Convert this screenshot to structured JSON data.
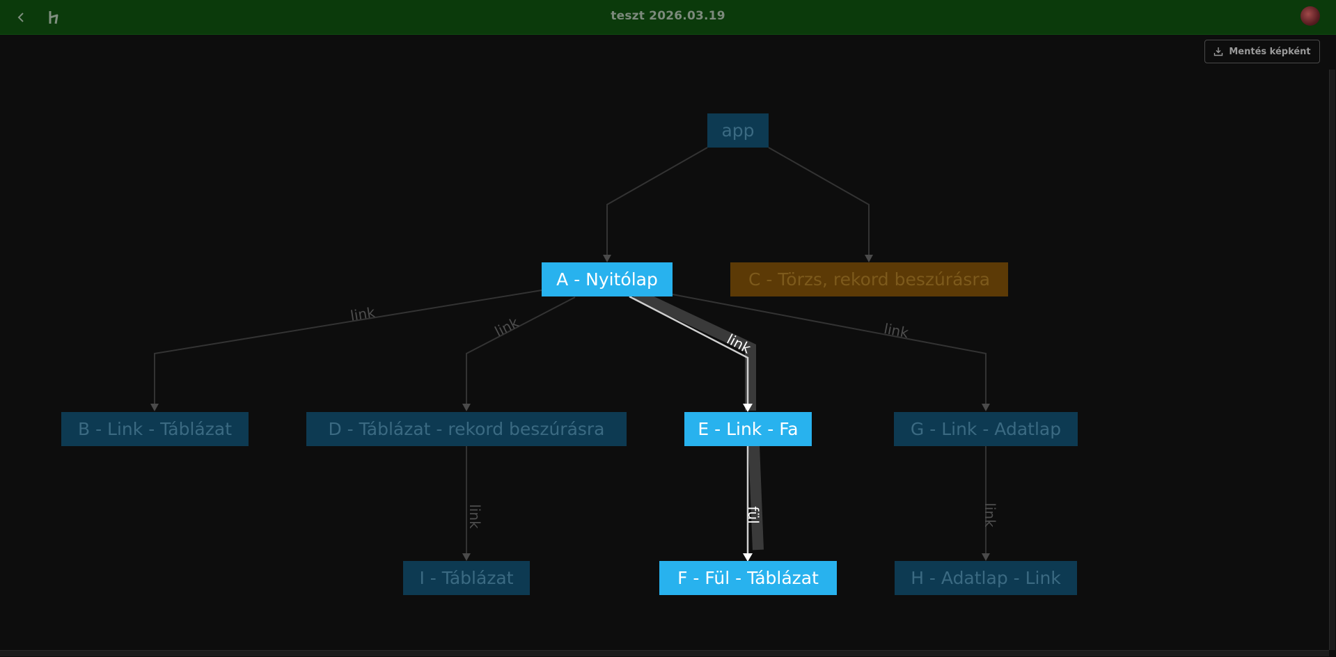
{
  "header": {
    "title": "teszt 2026.03.19",
    "back_icon": "chevron-left-icon",
    "logo_icon": "app-logo-icon",
    "avatar_icon": "user-avatar"
  },
  "toolbar": {
    "save_label": "Mentés képként",
    "save_icon": "download-icon"
  },
  "colors": {
    "header_bg": "#0b3a0b",
    "canvas_bg": "#0d0d0d",
    "node_dim": "#0d3a52",
    "node_active": "#28b2ee",
    "node_orange": "#5c3a06"
  },
  "diagram": {
    "nodes": {
      "app": "app",
      "a": "A - Nyitólap",
      "b": "B - Link - Táblázat",
      "c": "C - Törzs, rekord beszúrásra",
      "d": "D - Táblázat - rekord beszúrásra",
      "e": "E - Link - Fa",
      "f": "F - Fül - Táblázat",
      "g": "G - Link - Adatlap",
      "h": "H - Adatlap - Link",
      "i": "I - Táblázat"
    },
    "edges": {
      "ab": "link",
      "ad": "link",
      "ae": "link",
      "ag": "link",
      "di": "link",
      "ef": "fül",
      "gh": "link"
    }
  }
}
